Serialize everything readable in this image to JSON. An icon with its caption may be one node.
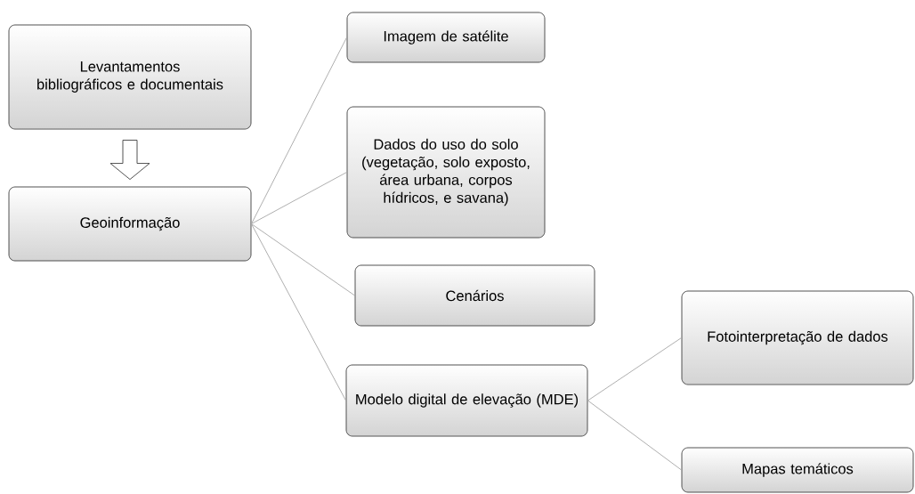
{
  "diagram": {
    "nodes": [
      {
        "text": [
          "Levantamentos bibliográficos e documentais"
        ]
      },
      {
        "text": [
          "Geoinformação"
        ]
      },
      {
        "text": [
          "Imagem de satélite"
        ]
      },
      {
        "text": [
          "Dados do uso do solo (vegetação, solo exposto, área urbana, corpos hídricos, e savana)"
        ]
      },
      {
        "text": [
          "Cenários"
        ]
      },
      {
        "text": [
          "Modelo digital de elevação (MDE)"
        ]
      },
      {
        "text": [
          "Fotointerpretação de dados"
        ]
      },
      {
        "text": [
          "Mapas temáticos"
        ]
      }
    ],
    "edges": [
      {
        "from": 0,
        "to": 1,
        "arrow": "to"
      },
      {
        "from": 1,
        "to": 2,
        "arrow": "none"
      },
      {
        "from": 1,
        "to": 3,
        "arrow": "none"
      },
      {
        "from": 1,
        "to": 4,
        "arrow": "none"
      },
      {
        "from": 1,
        "to": 5,
        "arrow": "none"
      },
      {
        "from": 5,
        "to": 6,
        "arrow": "none"
      },
      {
        "from": 5,
        "to": 7,
        "arrow": "none"
      }
    ]
  }
}
